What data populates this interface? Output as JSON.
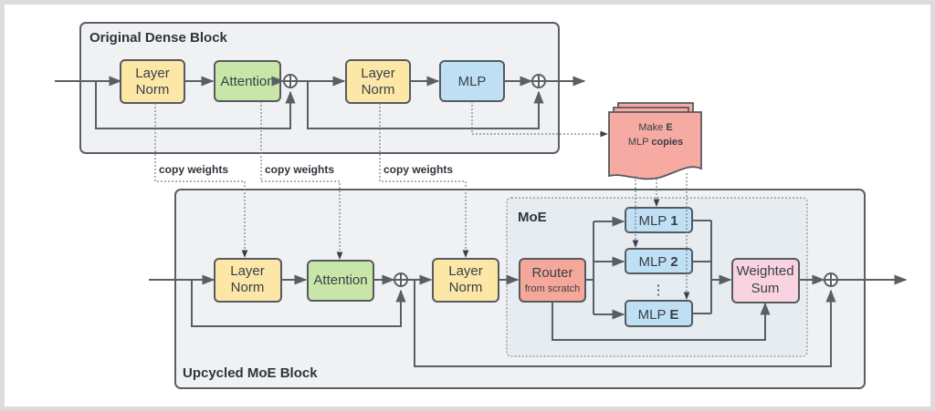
{
  "dense_block": {
    "title": "Original Dense Block",
    "layer_norm_1": [
      "Layer",
      "Norm"
    ],
    "attention": "Attention",
    "layer_norm_2": [
      "Layer",
      "Norm"
    ],
    "mlp": "MLP"
  },
  "copy_labels": [
    "copy weights",
    "copy weights",
    "copy weights"
  ],
  "copies_note": {
    "line1_prefix": "Make ",
    "line1_bold": "E",
    "line2_prefix": "MLP ",
    "line2_bold": "copies"
  },
  "moe_block": {
    "title": "Upcycled MoE Block",
    "layer_norm_1": [
      "Layer",
      "Norm"
    ],
    "attention": "Attention",
    "layer_norm_2": [
      "Layer",
      "Norm"
    ],
    "moe": {
      "title": "MoE",
      "router": "Router",
      "router_sub": "from scratch",
      "experts": [
        {
          "prefix": "MLP ",
          "id": "1"
        },
        {
          "prefix": "MLP ",
          "id": "2"
        },
        {
          "prefix": "MLP ",
          "id": "E"
        }
      ],
      "ellipsis": "⋮",
      "weighted_sum": [
        "Weighted",
        "Sum"
      ]
    }
  },
  "colors": {
    "layer_norm": "#fde7a7",
    "attention": "#c8e6a8",
    "mlp": "#bfe0f4",
    "router": "#f5a89a",
    "weighted_sum": "#f9d3df",
    "copies": "#f7aaa1",
    "block_bg": "#f0f1f3",
    "moe_bg": "#e6ecef"
  }
}
